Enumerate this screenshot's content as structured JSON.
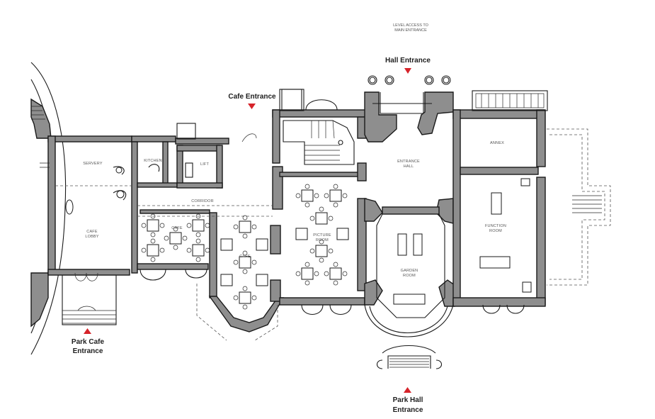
{
  "notes": {
    "level_access_line1": "LEVEL ACCESS TO",
    "level_access_line2": "MAIN ENTRANCE"
  },
  "entrances": {
    "hall": "Hall Entrance",
    "cafe": "Cafe Entrance",
    "park_cafe_line1": "Park Cafe",
    "park_cafe_line2": "Entrance",
    "park_hall_line1": "Park Hall",
    "park_hall_line2": "Entrance"
  },
  "rooms": {
    "servery": "SERVERY",
    "kitchen": "KITCHEN",
    "lift": "LIFT",
    "corridor": "CORRIDOR",
    "cafe_lobby_line1": "CAFE",
    "cafe_lobby_line2": "LOBBY",
    "cafe_upper": "CAFE",
    "cafe_lower": "CAFE",
    "picture_room_line1": "PICTURE",
    "picture_room_line2": "ROOM",
    "entrance_hall_line1": "ENTRANCE",
    "entrance_hall_line2": "HALL",
    "annex": "ANNEX",
    "function_room_line1": "FUNCTION",
    "function_room_line2": "ROOM",
    "garden_room_line1": "GARDEN",
    "garden_room_line2": "ROOM"
  },
  "colors": {
    "walls": "#8e8e8e",
    "entrance_marker": "#d6232a"
  }
}
